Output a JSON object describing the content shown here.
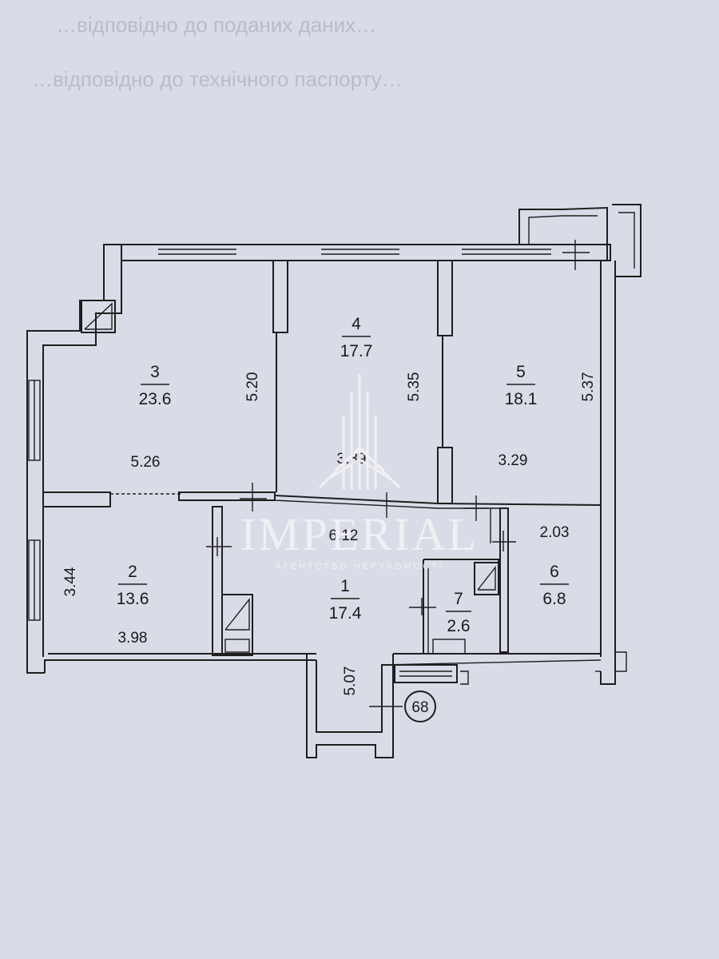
{
  "header_text": {
    "line1": "…відповідно до поданих даних…",
    "line2": "…відповідно до технічного паспорту…"
  },
  "rooms": [
    {
      "id": "room-1",
      "number": "1",
      "area": "17.4"
    },
    {
      "id": "room-2",
      "number": "2",
      "area": "13.6"
    },
    {
      "id": "room-3",
      "number": "3",
      "area": "23.6"
    },
    {
      "id": "room-4",
      "number": "4",
      "area": "17.7"
    },
    {
      "id": "room-5",
      "number": "5",
      "area": "18.1"
    },
    {
      "id": "room-6",
      "number": "6",
      "area": "6.8"
    },
    {
      "id": "room-7",
      "number": "7",
      "area": "2.6"
    }
  ],
  "dimensions": {
    "room3_height": "5.20",
    "room3_width": "5.26",
    "room4_height": "5.35",
    "room4_width": "3.39",
    "room5_height": "5.37",
    "room5_width": "3.29",
    "room2_height": "3.44",
    "room2_width": "3.98",
    "hall_width": "6.12",
    "hall_length": "5.07",
    "room6_width": "2.03"
  },
  "apartment_marker": "68",
  "watermark": {
    "title": "IMPERIAL",
    "subtitle": "АГЕНТСТВО НЕРУХОМОСТІ"
  },
  "colors": {
    "paper": "#d9dbe6",
    "ink": "#1e1e1e",
    "watermark": "#f2f2f6"
  }
}
